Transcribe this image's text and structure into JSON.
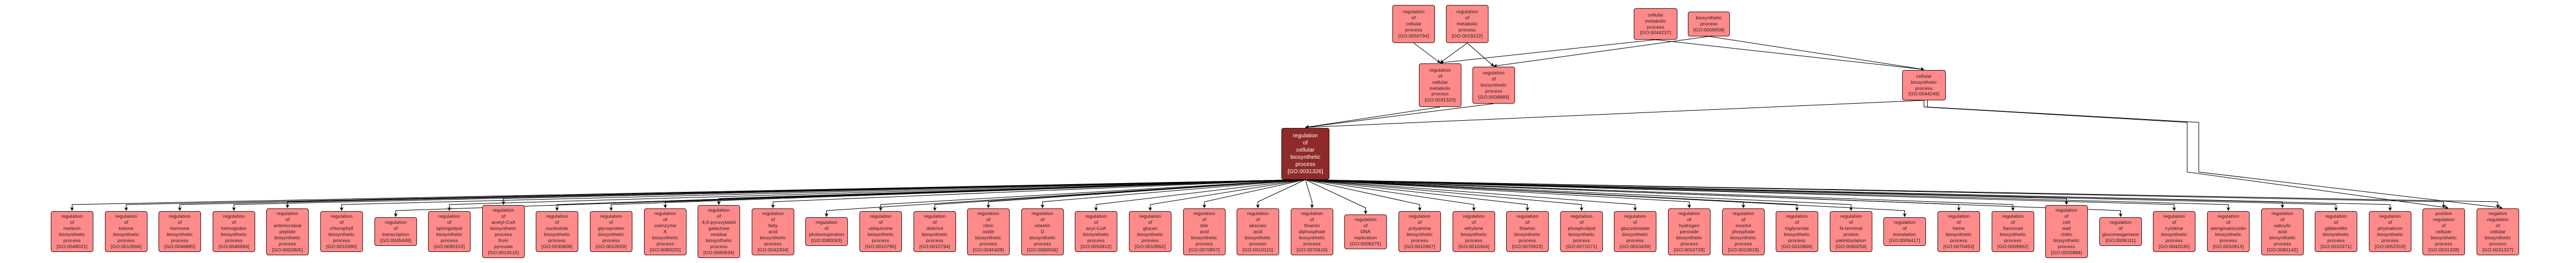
{
  "graph": {
    "title": "GO term ancestry graph",
    "colors": {
      "node_fill": "#ff8a8a",
      "focus_fill": "#8f2a2a",
      "edge": "#000000",
      "background": "#ffffff"
    },
    "focus": {
      "id": "GO:0031326",
      "label": "regulation of cellular biosynthetic process"
    },
    "ancestors": [
      {
        "id": "GO:0050794",
        "label": "regulation of cellular process"
      },
      {
        "id": "GO:0019222",
        "label": "regulation of metabolic process"
      },
      {
        "id": "GO:0044237",
        "label": "cellular metabolic process"
      },
      {
        "id": "GO:0009058",
        "label": "biosynthetic process"
      },
      {
        "id": "GO:0031323",
        "label": "regulation of cellular metabolic process"
      },
      {
        "id": "GO:0009889",
        "label": "regulation of biosynthetic process"
      },
      {
        "id": "GO:0044249",
        "label": "cellular biosynthetic process"
      }
    ],
    "children": [
      {
        "id": "GO:0048021",
        "label": "regulation of melanin biosynthetic process"
      },
      {
        "id": "GO:0010566",
        "label": "regulation of ketone biosynthetic process"
      },
      {
        "id": "GO:0046885",
        "label": "regulation of hormone biosynthetic process"
      },
      {
        "id": "GO:0046984",
        "label": "regulation of hemoglobin biosynthetic process"
      },
      {
        "id": "GO:0002805",
        "label": "regulation of antimicrobial peptide biosynthetic process"
      },
      {
        "id": "GO:0010380",
        "label": "regulation of chlorophyll biosynthetic process"
      },
      {
        "id": "GO:0045449",
        "label": "regulation of transcription"
      },
      {
        "id": "GO:0090153",
        "label": "regulation of sphingolipid biosynthetic process"
      },
      {
        "id": "GO:0010510",
        "label": "regulation of acetyl-CoA biosynthetic process from pyruvate"
      },
      {
        "id": "GO:0030808",
        "label": "regulation of nucleotide biosynthetic process"
      },
      {
        "id": "GO:0010559",
        "label": "regulation of glycoprotein biosynthetic process"
      },
      {
        "id": "GO:0080020",
        "label": "regulation of coenzyme A biosynthetic process"
      },
      {
        "id": "GO:0060634",
        "label": "regulation of 4,6-pyruvylated galactose residue biosynthetic process"
      },
      {
        "id": "GO:0042304",
        "label": "regulation of fatty acid biosynthetic process"
      },
      {
        "id": "GO:0080093",
        "label": "regulation of photorespiration"
      },
      {
        "id": "GO:0010795",
        "label": "regulation of ubiquinone biosynthetic process"
      },
      {
        "id": "GO:0010794",
        "label": "regulation of dolichol biosynthetic process"
      },
      {
        "id": "GO:0045428",
        "label": "regulation of nitric oxide biosynthetic process"
      },
      {
        "id": "GO:0060556",
        "label": "regulation of vitamin D biosynthetic process"
      },
      {
        "id": "GO:0050812",
        "label": "regulation of acyl-CoA biosynthetic process"
      },
      {
        "id": "GO:0010962",
        "label": "regulation of glucan biosynthetic process"
      },
      {
        "id": "GO:0070857",
        "label": "regulation of bile acid biosynthetic process"
      },
      {
        "id": "GO:0010115",
        "label": "regulation of abscisic acid biosynthetic process"
      },
      {
        "id": "GO:0070616",
        "label": "regulation of thiamin diphosphate biosynthetic process"
      },
      {
        "id": "GO:0006275",
        "label": "regulation of DNA replication"
      },
      {
        "id": "GO:0010967",
        "label": "regulation of polyamine biosynthetic process"
      },
      {
        "id": "GO:0010364",
        "label": "regulation of ethylene biosynthetic process"
      },
      {
        "id": "GO:0070623",
        "label": "regulation of thiamin biosynthetic process"
      },
      {
        "id": "GO:0071071",
        "label": "regulation of phospholipid biosynthetic process"
      },
      {
        "id": "GO:0010439",
        "label": "regulation of glucosinolate biosynthetic process"
      },
      {
        "id": "GO:0010728",
        "label": "regulation of hydrogen peroxide biosynthetic process"
      },
      {
        "id": "GO:0010919",
        "label": "regulation of inositol phosphate biosynthetic process"
      },
      {
        "id": "GO:0010866",
        "label": "regulation of triglyceride biosynthetic process"
      },
      {
        "id": "GO:0060254",
        "label": "regulation of N-terminal protein palmitoylation"
      },
      {
        "id": "GO:0006417",
        "label": "regulation of translation"
      },
      {
        "id": "GO:0070453",
        "label": "regulation of heme biosynthetic process"
      },
      {
        "id": "GO:0009962",
        "label": "regulation of flavonoid biosynthetic process"
      },
      {
        "id": "GO:0032884",
        "label": "regulation of cell wall chitin biosynthetic process"
      },
      {
        "id": "GO:0006111",
        "label": "regulation of gluconeogenesis"
      },
      {
        "id": "GO:0042035",
        "label": "regulation of cytokine biosynthetic process"
      },
      {
        "id": "GO:0010913",
        "label": "regulation of sterigmatocystin biosynthetic process"
      },
      {
        "id": "GO:0080142",
        "label": "regulation of salicylic acid biosynthetic process"
      },
      {
        "id": "GO:0010371",
        "label": "regulation of gibberellin biosynthetic process"
      },
      {
        "id": "GO:0052319",
        "label": "regulation of phytoalexin biosynthetic process"
      },
      {
        "id": "GO:0031328",
        "label": "positive regulation of cellular biosynthetic process"
      },
      {
        "id": "GO:0031327",
        "label": "negative regulation of cellular biosynthetic process"
      }
    ],
    "edges": [
      {
        "from": "GO:0050794",
        "to": "GO:0031323"
      },
      {
        "from": "GO:0019222",
        "to": "GO:0031323"
      },
      {
        "from": "GO:0019222",
        "to": "GO:0009889"
      },
      {
        "from": "GO:0044237",
        "to": "GO:0031323"
      },
      {
        "from": "GO:0044237",
        "to": "GO:0044249"
      },
      {
        "from": "GO:0009058",
        "to": "GO:0009889"
      },
      {
        "from": "GO:0009058",
        "to": "GO:0044249"
      },
      {
        "from": "GO:0031323",
        "to": "GO:0031326"
      },
      {
        "from": "GO:0009889",
        "to": "GO:0031326"
      },
      {
        "from": "GO:0044249",
        "to": "GO:0031326"
      },
      {
        "from": "GO:0044249",
        "to": "GO:0031328"
      },
      {
        "from": "GO:0044249",
        "to": "GO:0031327"
      }
    ]
  }
}
